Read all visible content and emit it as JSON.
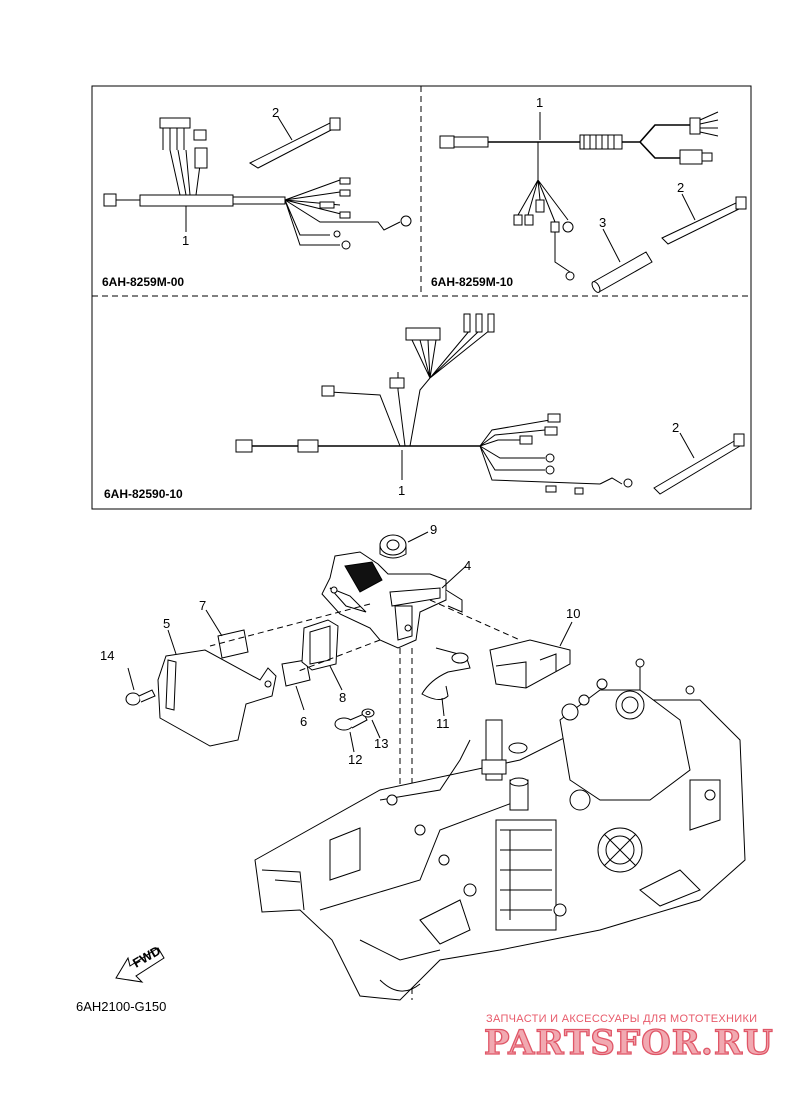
{
  "panels": {
    "top_left": {
      "part_number": "6AH-8259M-00",
      "callouts": [
        "1",
        "2"
      ]
    },
    "top_right": {
      "part_number": "6AH-8259M-10",
      "callouts": [
        "1",
        "2",
        "3"
      ]
    },
    "middle": {
      "part_number": "6AH-82590-10",
      "callouts": [
        "1",
        "2"
      ]
    }
  },
  "exploded_view": {
    "callouts": [
      "4",
      "5",
      "6",
      "7",
      "8",
      "9",
      "10",
      "11",
      "12",
      "13",
      "14"
    ],
    "fwd_label": "FWD"
  },
  "figure_code": "6AH2100-G150",
  "watermark": {
    "subtitle": "ЗАПЧАСТИ И АКСЕССУАРЫ ДЛЯ МОТОТЕХНИКИ",
    "brand": "PARTSFOR.RU"
  },
  "colors": {
    "line": "#000000",
    "watermark": "#e05667"
  }
}
